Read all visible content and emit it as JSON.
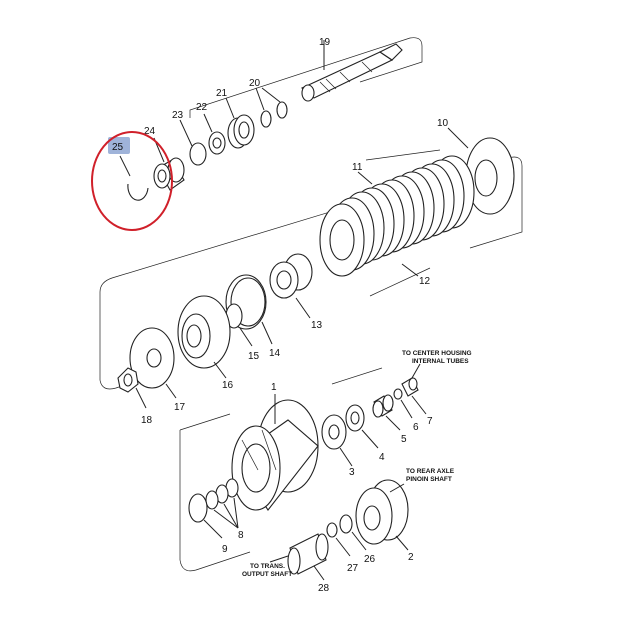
{
  "colors": {
    "highlight_circle": "#d0202a",
    "highlight_badge": "#9fb3d9",
    "line": "#222222"
  },
  "part_labels": {
    "p1": "1",
    "p2": "2",
    "p3": "3",
    "p4": "4",
    "p5": "5",
    "p6": "6",
    "p7": "7",
    "p8": "8",
    "p9": "9",
    "p10": "10",
    "p11": "11",
    "p12": "12",
    "p13": "13",
    "p14": "14",
    "p15": "15",
    "p16": "16",
    "p17": "17",
    "p18": "18",
    "p19": "19",
    "p20": "20",
    "p21": "21",
    "p22": "22",
    "p23": "23",
    "p24": "24",
    "p25": "25",
    "p26": "26",
    "p27": "27",
    "p28": "28"
  },
  "callouts": {
    "center_housing": [
      "TO CENTER HOUSING",
      "INTERNAL TUBES"
    ],
    "rear_axle": [
      "TO REAR AXLE",
      "PINOIN SHAFT"
    ],
    "trans_output": [
      "TO TRANS.",
      "OUTPUT SHAFT"
    ]
  },
  "highlighted_part": "25"
}
